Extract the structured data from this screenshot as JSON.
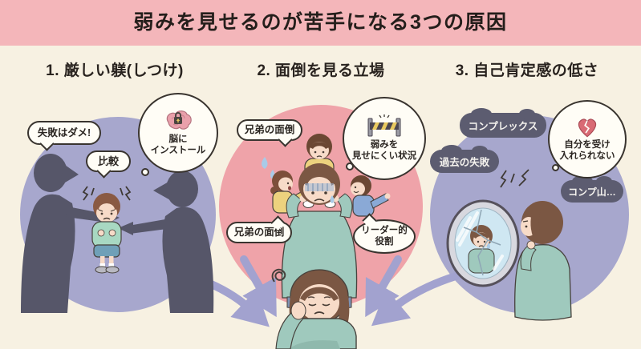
{
  "title": "弱みを見せるのが苦手になる3つの原因",
  "colors": {
    "background": "#f7f1e2",
    "banner": "#f4b6ba",
    "circle_lavender": "#a7a7cd",
    "circle_pink": "#efa3a9",
    "arrow": "#a2a2cf",
    "cloud": "#5c5c70",
    "bubble_outline": "#39342f"
  },
  "sections": [
    {
      "heading": "1. 厳しい躾(しつけ)",
      "circle_color": "#a7a7cd",
      "speech_bubbles": [
        "失敗はダメ!",
        "比較"
      ],
      "thought": {
        "icon": "brain-lock-icon",
        "label": "脳に\nインストール"
      }
    },
    {
      "heading": "2. 面倒を見る立場",
      "circle_color": "#efa3a9",
      "speech_bubbles": [
        "兄弟の面倒",
        "兄弟の面倒",
        "リーダー的\n役割"
      ],
      "thought": {
        "icon": "barrier-icon",
        "label": "弱みを\n見せにくい状況"
      }
    },
    {
      "heading": "3. 自己肯定感の低さ",
      "circle_color": "#a7a7cd",
      "cloud_bubbles": [
        "コンプレックス",
        "過去の失敗",
        "コンプ山…"
      ],
      "thought": {
        "icon": "broken-heart-icon",
        "label": "自分を受け\n入れられない"
      }
    }
  ]
}
